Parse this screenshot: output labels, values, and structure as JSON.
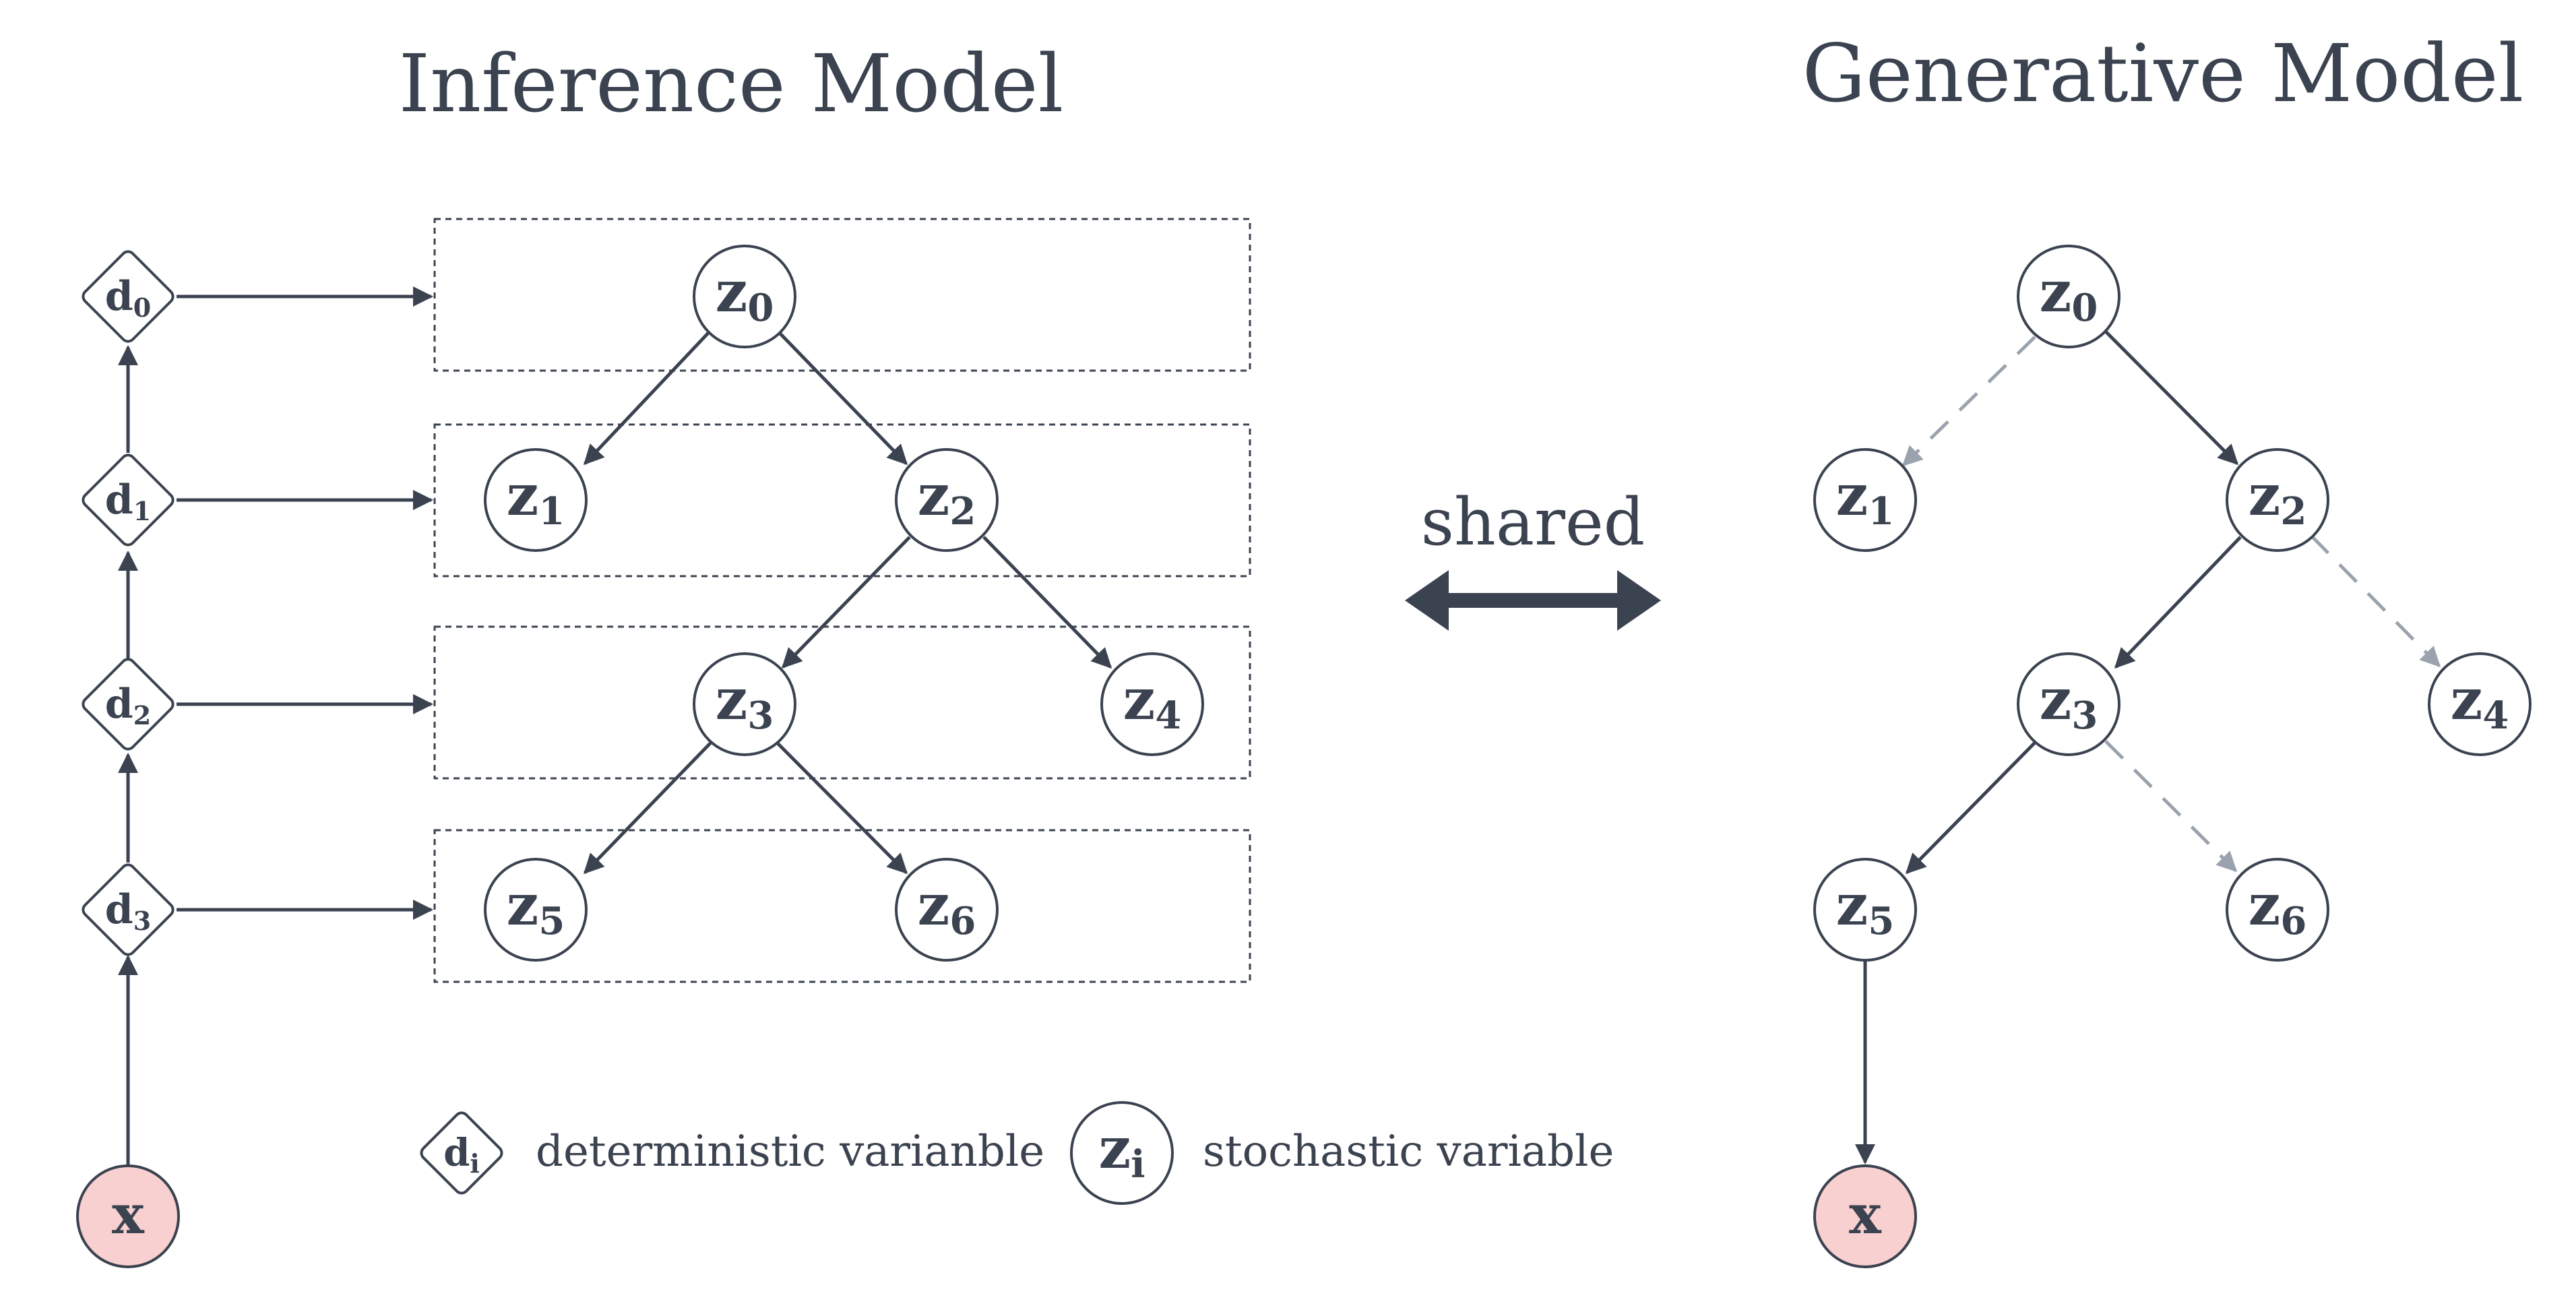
{
  "titles": {
    "inference": "Inference Model",
    "generative": "Generative Model"
  },
  "shared": "shared",
  "inference": {
    "deterministic": [
      {
        "id": "d0",
        "base": "d",
        "sub": "0"
      },
      {
        "id": "d1",
        "base": "d",
        "sub": "1"
      },
      {
        "id": "d2",
        "base": "d",
        "sub": "2"
      },
      {
        "id": "d3",
        "base": "d",
        "sub": "3"
      }
    ],
    "stochastic": [
      {
        "id": "z0",
        "base": "z",
        "sub": "0"
      },
      {
        "id": "z1",
        "base": "z",
        "sub": "1"
      },
      {
        "id": "z2",
        "base": "z",
        "sub": "2"
      },
      {
        "id": "z3",
        "base": "z",
        "sub": "3"
      },
      {
        "id": "z4",
        "base": "z",
        "sub": "4"
      },
      {
        "id": "z5",
        "base": "z",
        "sub": "5"
      },
      {
        "id": "z6",
        "base": "z",
        "sub": "6"
      }
    ],
    "observed": {
      "id": "x",
      "label": "x"
    },
    "edges": [
      [
        "x",
        "d3"
      ],
      [
        "d3",
        "d2"
      ],
      [
        "d2",
        "d1"
      ],
      [
        "d1",
        "d0"
      ],
      [
        "d0",
        "row0"
      ],
      [
        "d1",
        "row1"
      ],
      [
        "d2",
        "row2"
      ],
      [
        "d3",
        "row3"
      ],
      [
        "z0",
        "z1"
      ],
      [
        "z0",
        "z2"
      ],
      [
        "z2",
        "z3"
      ],
      [
        "z2",
        "z4"
      ],
      [
        "z3",
        "z5"
      ],
      [
        "z3",
        "z6"
      ]
    ]
  },
  "generative": {
    "stochastic": [
      {
        "id": "z0",
        "base": "z",
        "sub": "0"
      },
      {
        "id": "z1",
        "base": "z",
        "sub": "1"
      },
      {
        "id": "z2",
        "base": "z",
        "sub": "2"
      },
      {
        "id": "z3",
        "base": "z",
        "sub": "3"
      },
      {
        "id": "z4",
        "base": "z",
        "sub": "4"
      },
      {
        "id": "z5",
        "base": "z",
        "sub": "5"
      },
      {
        "id": "z6",
        "base": "z",
        "sub": "6"
      }
    ],
    "observed": {
      "id": "x",
      "label": "x"
    },
    "solid_edges": [
      [
        "z0",
        "z2"
      ],
      [
        "z2",
        "z3"
      ],
      [
        "z3",
        "z5"
      ],
      [
        "z5",
        "x"
      ]
    ],
    "dashed_edges": [
      [
        "z0",
        "z1"
      ],
      [
        "z2",
        "z4"
      ],
      [
        "z3",
        "z6"
      ]
    ]
  },
  "legend": {
    "deterministic": {
      "base": "d",
      "sub": "i",
      "text": "deterministic varianble"
    },
    "stochastic": {
      "base": "z",
      "sub": "i",
      "text": "stochastic variable"
    }
  },
  "colors": {
    "ink": "#3b4350",
    "observed_fill": "#f8d0d0",
    "dashed": "#9aa3ad"
  }
}
